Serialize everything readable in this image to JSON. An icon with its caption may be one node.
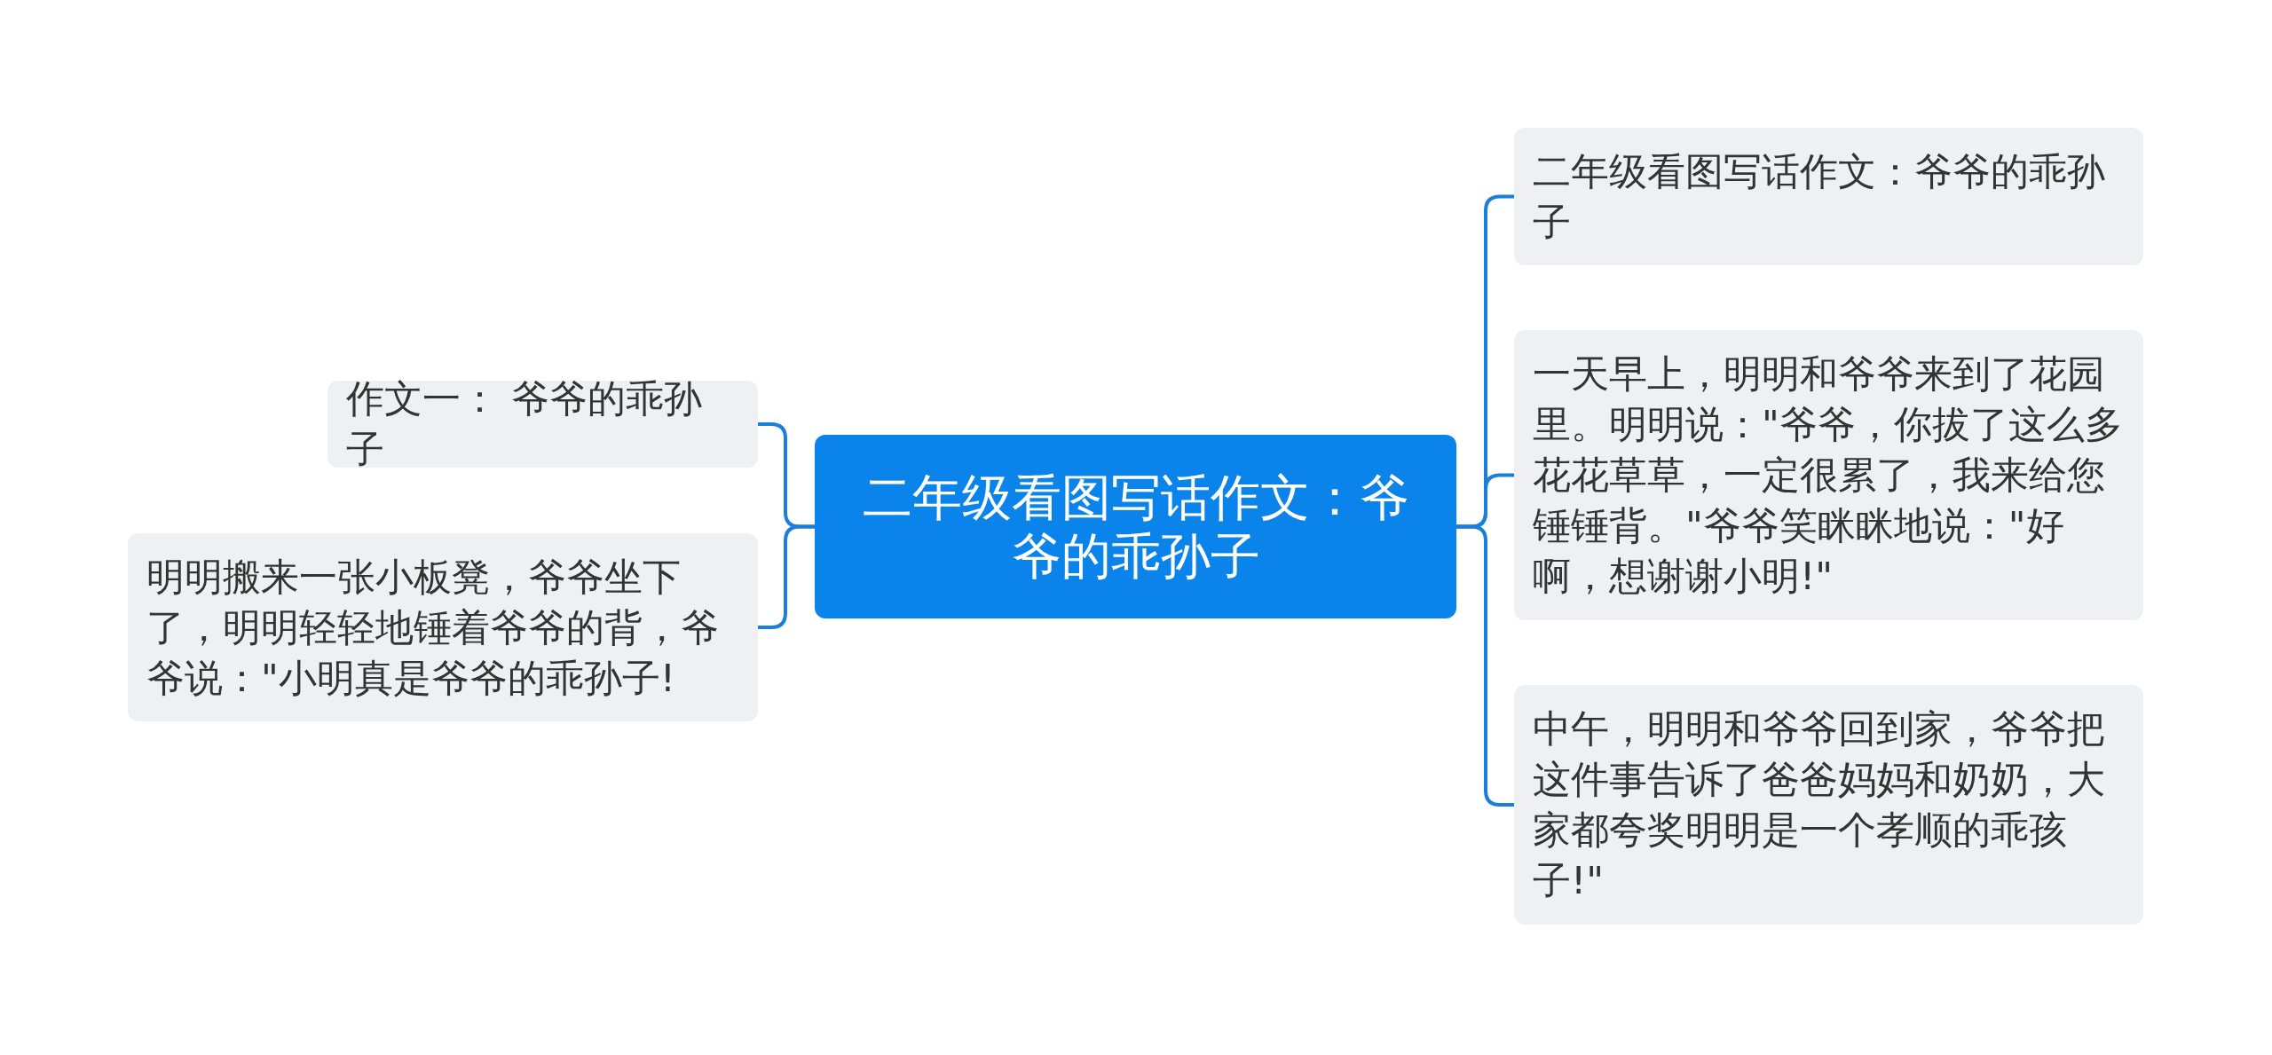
{
  "diagram": {
    "nodes": [
      {
        "text": [
          "二年级看图写话作文：爷爷的乖孙子"
        ]
      },
      {
        "text": [
          "作文一： 爷爷的乖孙子"
        ]
      },
      {
        "text": [
          "明明搬来一张小板凳，爷爷坐下了，明明轻轻地锤着爷爷的背，爷爷说：\"小明真是爷爷的乖孙子!"
        ]
      },
      {
        "text": [
          "二年级看图写话作文：爷爷的乖孙子"
        ]
      },
      {
        "text": [
          "一天早上，明明和爷爷来到了花园里。明明说：\"爷爷，你拔了这么多花花草草，一定很累了，我来给您锤锤背。\"爷爷笑眯眯地说：\"好啊，想谢谢小明!\""
        ]
      },
      {
        "text": [
          "中午，明明和爷爷回到家，爷爷把这件事告诉了爸爸妈妈和奶奶，大家都夸奖明明是一个孝顺的乖孩子!\""
        ]
      }
    ],
    "edges": [
      {
        "from": 0,
        "to": 1,
        "arrow": "none"
      },
      {
        "from": 0,
        "to": 2,
        "arrow": "none"
      },
      {
        "from": 0,
        "to": 3,
        "arrow": "none"
      },
      {
        "from": 0,
        "to": 4,
        "arrow": "none"
      },
      {
        "from": 0,
        "to": 5,
        "arrow": "none"
      }
    ]
  }
}
